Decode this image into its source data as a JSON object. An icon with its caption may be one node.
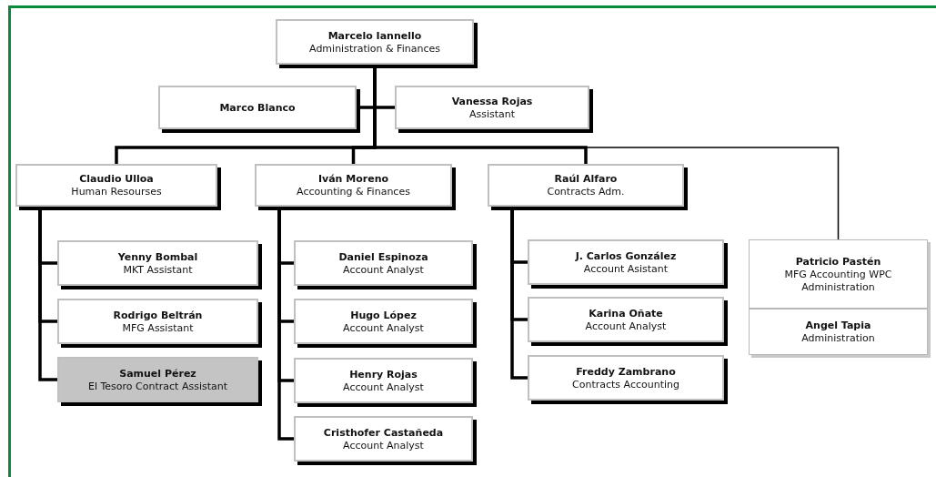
{
  "diagram": {
    "nodes": [
      {
        "text": [
          "Marcelo Iannello",
          "Administration & Finances"
        ]
      },
      {
        "text": [
          "Marco Blanco"
        ]
      },
      {
        "text": [
          "Vanessa Rojas",
          "Assistant"
        ]
      },
      {
        "text": [
          "Claudio Ulloa",
          "Human Resourses"
        ]
      },
      {
        "text": [
          "Iván Moreno",
          "Accounting & Finances"
        ]
      },
      {
        "text": [
          "Raúl Alfaro",
          "Contracts Adm."
        ]
      },
      {
        "text": [
          "Yenny Bombal",
          "MKT Assistant"
        ]
      },
      {
        "text": [
          "Rodrigo Beltrán",
          "MFG Assistant"
        ]
      },
      {
        "text": [
          "Samuel Pérez",
          "El Tesoro Contract Assistant"
        ]
      },
      {
        "text": [
          "Daniel Espinoza",
          "Account Analyst"
        ]
      },
      {
        "text": [
          "Hugo López",
          "Account Analyst"
        ]
      },
      {
        "text": [
          "Henry Rojas",
          "Account Analyst"
        ]
      },
      {
        "text": [
          "Cristhofer Castañeda",
          "Account Analyst"
        ]
      },
      {
        "text": [
          "J. Carlos González",
          "Account Asistant"
        ]
      },
      {
        "text": [
          "Karina Oñate",
          "Account Analyst"
        ]
      },
      {
        "text": [
          "Freddy Zambrano",
          "Contracts Accounting"
        ]
      },
      {
        "text": [
          "Patricio Pastén",
          "MFG Accounting WPC Administration"
        ]
      },
      {
        "text": [
          "Angel Tapia",
          "Administration"
        ]
      }
    ],
    "edges": [
      {
        "from": 0,
        "to": 1,
        "arrow": "none"
      },
      {
        "from": 0,
        "to": 2,
        "arrow": "none"
      },
      {
        "from": 0,
        "to": 3,
        "arrow": "none"
      },
      {
        "from": 0,
        "to": 4,
        "arrow": "none"
      },
      {
        "from": 0,
        "to": 5,
        "arrow": "none"
      },
      {
        "from": 0,
        "to": 16,
        "arrow": "none"
      },
      {
        "from": 3,
        "to": 6,
        "arrow": "none"
      },
      {
        "from": 3,
        "to": 7,
        "arrow": "none"
      },
      {
        "from": 3,
        "to": 8,
        "arrow": "none"
      },
      {
        "from": 4,
        "to": 9,
        "arrow": "none"
      },
      {
        "from": 4,
        "to": 10,
        "arrow": "none"
      },
      {
        "from": 4,
        "to": 11,
        "arrow": "none"
      },
      {
        "from": 4,
        "to": 12,
        "arrow": "none"
      },
      {
        "from": 5,
        "to": 13,
        "arrow": "none"
      },
      {
        "from": 5,
        "to": 14,
        "arrow": "none"
      },
      {
        "from": 5,
        "to": 15,
        "arrow": "none"
      }
    ]
  }
}
